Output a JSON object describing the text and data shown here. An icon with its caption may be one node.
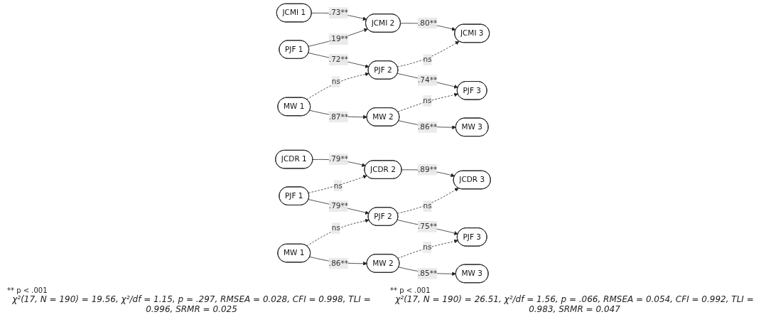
{
  "diagram": {
    "nodes": [
      {
        "text": [
          "JCMI 1"
        ]
      },
      {
        "text": [
          "JCMI 2"
        ]
      },
      {
        "text": [
          "JCMI 3"
        ]
      },
      {
        "text": [
          "PJF 1"
        ]
      },
      {
        "text": [
          "PJF 2"
        ]
      },
      {
        "text": [
          "PJF 3"
        ]
      },
      {
        "text": [
          "MW 1"
        ]
      },
      {
        "text": [
          "MW 2"
        ]
      },
      {
        "text": [
          "MW 3"
        ]
      },
      {
        "text": [
          "JCDR 1"
        ]
      },
      {
        "text": [
          "JCDR 2"
        ]
      },
      {
        "text": [
          "JCDR 3"
        ]
      },
      {
        "text": [
          "PJF 1"
        ]
      },
      {
        "text": [
          "PJF 2"
        ]
      },
      {
        "text": [
          "PJF 3"
        ]
      },
      {
        "text": [
          "MW 1"
        ]
      },
      {
        "text": [
          "MW 2"
        ]
      },
      {
        "text": [
          "MW 3"
        ]
      }
    ],
    "edges": [
      {
        "from": 0,
        "to": 1,
        "arrow": "to",
        "label": ".73**"
      },
      {
        "from": 1,
        "to": 2,
        "arrow": "to",
        "label": ".80**"
      },
      {
        "from": 3,
        "to": 1,
        "arrow": "to",
        "label": ".19**"
      },
      {
        "from": 4,
        "to": 2,
        "arrow": "to",
        "label": "ns",
        "style": "dashed"
      },
      {
        "from": 3,
        "to": 4,
        "arrow": "to",
        "label": ".72**"
      },
      {
        "from": 4,
        "to": 5,
        "arrow": "to",
        "label": ".74**"
      },
      {
        "from": 6,
        "to": 4,
        "arrow": "to",
        "label": "ns",
        "style": "dashed"
      },
      {
        "from": 7,
        "to": 5,
        "arrow": "to",
        "label": "ns",
        "style": "dashed"
      },
      {
        "from": 6,
        "to": 7,
        "arrow": "to",
        "label": ".87**"
      },
      {
        "from": 7,
        "to": 8,
        "arrow": "to",
        "label": ".86**"
      },
      {
        "from": 9,
        "to": 10,
        "arrow": "to",
        "label": ".79**"
      },
      {
        "from": 10,
        "to": 11,
        "arrow": "to",
        "label": ".89**"
      },
      {
        "from": 12,
        "to": 10,
        "arrow": "to",
        "label": "ns",
        "style": "dashed"
      },
      {
        "from": 13,
        "to": 11,
        "arrow": "to",
        "label": "ns",
        "style": "dashed"
      },
      {
        "from": 12,
        "to": 13,
        "arrow": "to",
        "label": ".79**"
      },
      {
        "from": 13,
        "to": 14,
        "arrow": "to",
        "label": ".75**"
      },
      {
        "from": 15,
        "to": 13,
        "arrow": "to",
        "label": "ns",
        "style": "dashed"
      },
      {
        "from": 16,
        "to": 14,
        "arrow": "to",
        "label": "ns",
        "style": "dashed"
      },
      {
        "from": 15,
        "to": 16,
        "arrow": "to",
        "label": ".86**"
      },
      {
        "from": 16,
        "to": 17,
        "arrow": "to",
        "label": ".85**"
      }
    ],
    "labels": [
      "** p < .001",
      "χ²(17, N = 190) = 19.56, χ²/df = 1.15, p = .297, RMSEA = 0.028, CFI = 0.998, TLI = 0.996, SRMR = 0.025",
      "** p < .001",
      "χ²(17, N = 190) = 26.51, χ²/df = 1.56, p = .066, RMSEA = 0.054, CFI = 0.992, TLI = 0.983, SRMR = 0.047"
    ]
  }
}
